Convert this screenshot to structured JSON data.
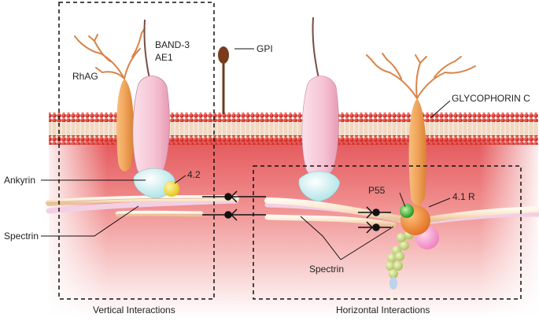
{
  "labels": {
    "rhag": "RhAG",
    "band3_line1": "BAND-3",
    "band3_line2": "AE1",
    "gpi": "GPI",
    "glycophorin_c": "GLYCOPHORIN C",
    "ankyrin": "Ankyrin",
    "protein_4_2": "4.2",
    "p55": "P55",
    "protein_4_1r": "4.1 R",
    "spectrin_left": "Spectrin",
    "spectrin_center": "Spectrin",
    "vertical_interactions": "Vertical Interactions",
    "horizontal_interactions": "Horizontal Interactions"
  },
  "colors": {
    "membrane_head": "#d0201b",
    "membrane_tail": "#f4e3d4",
    "cytoplasm_top": "#e86b6f",
    "cytoplasm_bottom": "#fde3df",
    "band3": "#f6c8d6",
    "rhag": "#f0a85a",
    "glycophorin": "#f0a85a",
    "ankyrin": "#cdeef0",
    "protein_4_2": "#f3e23a",
    "p55": "#3bb33b",
    "protein_4_1r": "#f08a3c",
    "spectrin": "#fbe7cf",
    "sugar_chain": "#d98448",
    "gpi": "#7a3a1c",
    "actin_beads": "#c9d98a"
  }
}
